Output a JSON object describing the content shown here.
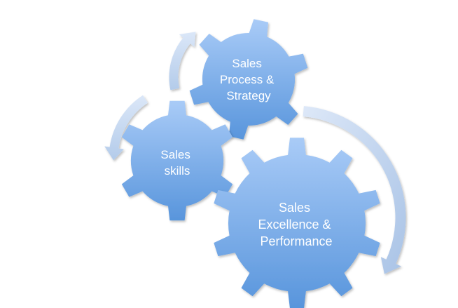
{
  "diagram": {
    "type": "gear-cycle",
    "gears": [
      {
        "id": "process",
        "lines": [
          "Sales",
          "Process &",
          "Strategy"
        ],
        "teeth": 6
      },
      {
        "id": "skills",
        "lines": [
          "Sales",
          "skills"
        ],
        "teeth": 6
      },
      {
        "id": "excellence",
        "lines": [
          "Sales",
          "Excellence &",
          "Performance"
        ],
        "teeth": 10
      }
    ],
    "arrows": [
      {
        "from": "skills",
        "to": "process",
        "direction": "clockwise"
      },
      {
        "from": "process",
        "to": "skills",
        "direction": "counter-clockwise"
      },
      {
        "from": "process",
        "to": "excellence",
        "direction": "clockwise"
      }
    ],
    "colors": {
      "gear_top": "#a9cbf7",
      "gear_bottom": "#5895dc",
      "arrow_light": "#dbe7f8",
      "arrow_dark": "#a9c3e6",
      "label": "#ffffff"
    }
  }
}
